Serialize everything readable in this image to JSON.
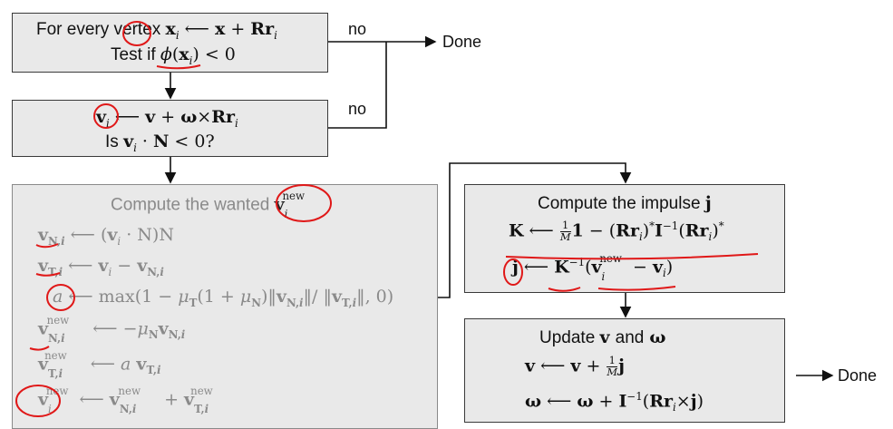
{
  "box1": {
    "line1_prefix": "For every vertex ",
    "line2_prefix": "Test if "
  },
  "box2": {
    "line2_prefix": "Is "
  },
  "box3": {
    "title": "Compute the wanted "
  },
  "box4": {
    "title": "Compute the impulse "
  },
  "box5": {
    "title": "Update "
  },
  "edges": {
    "no_top": "no",
    "no_second": "no",
    "done_top": "Done",
    "done_bottom": "Done"
  }
}
